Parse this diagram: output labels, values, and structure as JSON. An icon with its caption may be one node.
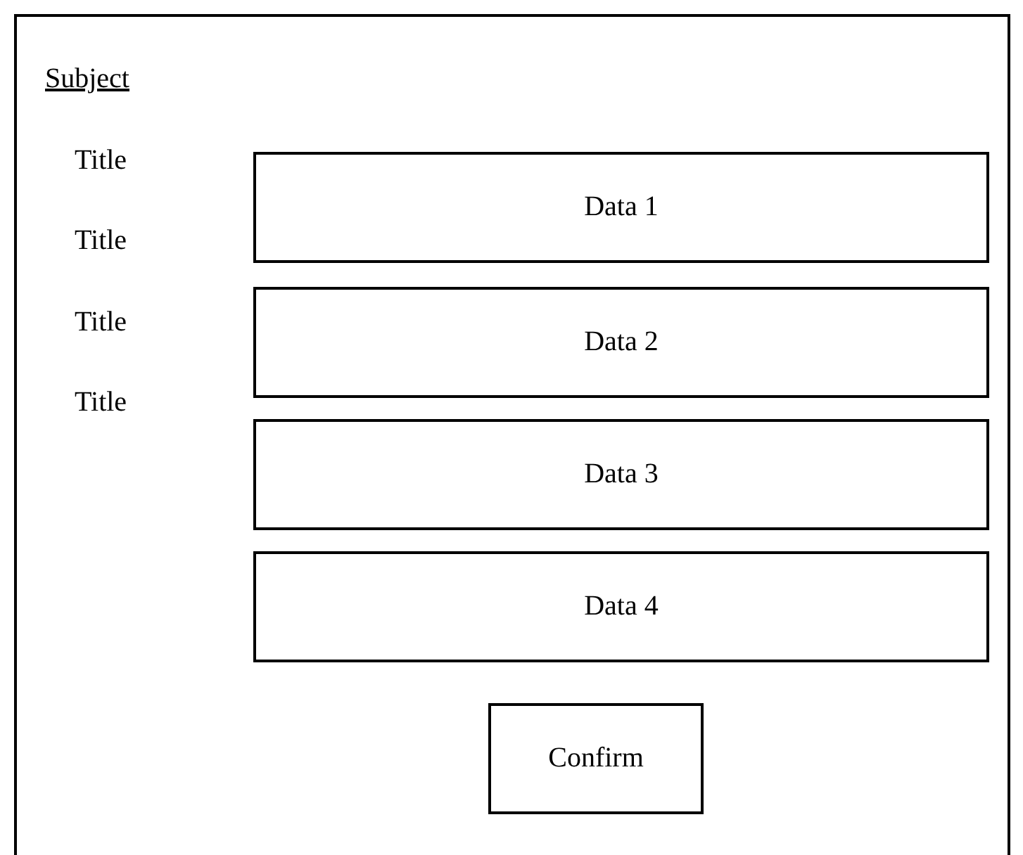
{
  "diagram": {
    "nodes": [
      {
        "text": [
          "Subject"
        ]
      },
      {
        "text": [
          "Data 1"
        ],
        "in": 0
      },
      {
        "text": [
          "Data 2"
        ],
        "in": 0
      },
      {
        "text": [
          "Data 3"
        ],
        "in": 0
      },
      {
        "text": [
          "Data 4"
        ],
        "in": 0
      },
      {
        "text": [
          "Confirm"
        ],
        "in": 0
      }
    ],
    "labels": [
      "Title",
      "Title",
      "Title",
      "Title"
    ]
  }
}
